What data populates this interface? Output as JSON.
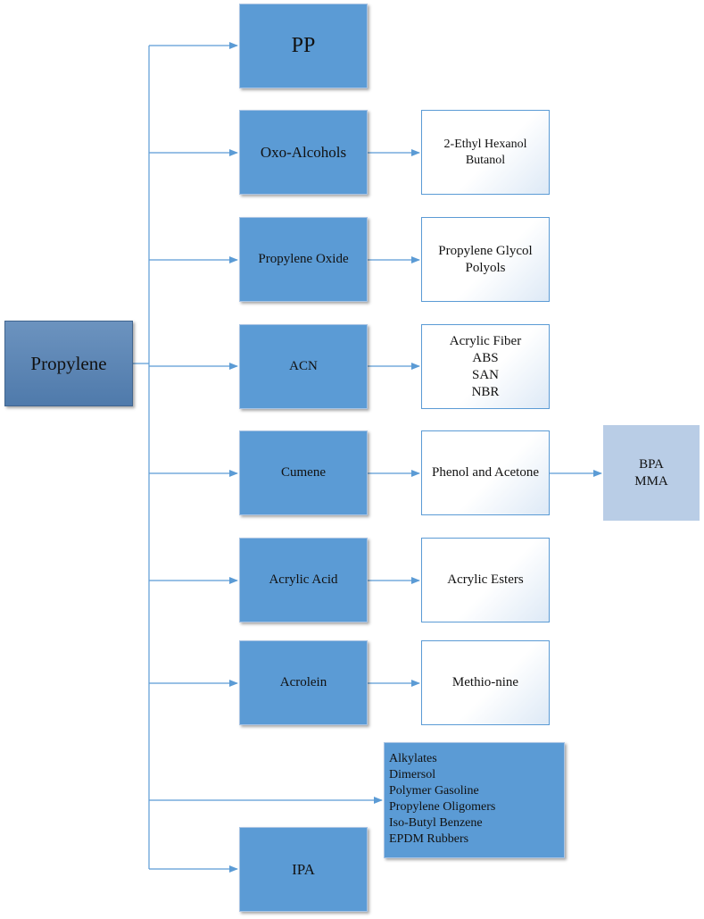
{
  "root": {
    "label": "Propylene"
  },
  "rows": [
    {
      "derivative": "PP"
    },
    {
      "derivative": "Oxo-Alcohols",
      "products": [
        "2-Ethyl Hexanol",
        "Butanol"
      ]
    },
    {
      "derivative": "Propylene Oxide",
      "products": [
        "Propylene Glycol",
        "Polyols"
      ]
    },
    {
      "derivative": "ACN",
      "products": [
        "Acrylic Fiber",
        "ABS",
        "SAN",
        "NBR"
      ]
    },
    {
      "derivative": "Cumene",
      "products": [
        "Phenol and Acetone"
      ],
      "downstream": [
        "BPA",
        "MMA"
      ]
    },
    {
      "derivative": "Acrylic Acid",
      "products": [
        "Acrylic Esters"
      ]
    },
    {
      "derivative": "Acrolein",
      "products": [
        "Methio-nine"
      ]
    },
    {
      "direct_products": [
        "Alkylates",
        "Dimersol",
        "Polymer Gasoline",
        "Propylene Oligomers",
        "Iso-Butyl Benzene",
        "EPDM Rubbers"
      ]
    },
    {
      "derivative": "IPA"
    }
  ],
  "colors": {
    "node_blue": "#5b9bd5",
    "root_blue": "#5d87b8",
    "pale_blue": "#b9cde6",
    "connector": "#5b9bd5"
  }
}
